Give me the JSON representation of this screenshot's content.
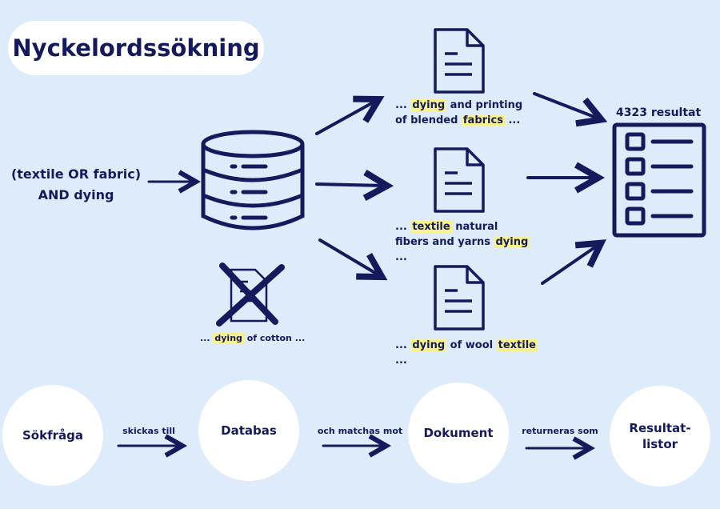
{
  "title": "Nyckelordssökning",
  "query": {
    "line1": "(textile OR fabric)",
    "line2": "AND dying"
  },
  "documents": [
    {
      "segments": [
        {
          "text": "... ",
          "hl": false
        },
        {
          "text": "dying",
          "hl": true
        },
        {
          "text": " and printing of blended ",
          "hl": false
        },
        {
          "text": "fabrics",
          "hl": true
        },
        {
          "text": " ...",
          "hl": false
        }
      ]
    },
    {
      "segments": [
        {
          "text": "... ",
          "hl": false
        },
        {
          "text": "textile",
          "hl": true
        },
        {
          "text": " natural fibers and yarns ",
          "hl": false
        },
        {
          "text": "dying",
          "hl": true
        },
        {
          "text": " ...",
          "hl": false
        }
      ]
    },
    {
      "segments": [
        {
          "text": "... ",
          "hl": false
        },
        {
          "text": "dying",
          "hl": true
        },
        {
          "text": " of wool ",
          "hl": false
        },
        {
          "text": "textile",
          "hl": true
        },
        {
          "text": " ...",
          "hl": false
        }
      ]
    }
  ],
  "rejected": {
    "segments": [
      {
        "text": "... ",
        "hl": false
      },
      {
        "text": "dying",
        "hl": true
      },
      {
        "text": " of cotton ...",
        "hl": false
      }
    ]
  },
  "results": "4323 resultat",
  "flow": {
    "steps": [
      "Sökfråga",
      "Databas",
      "Dokument",
      "Resultat-\nlistor"
    ],
    "connectors": [
      "skickas till",
      "och matchas mot",
      "returneras som"
    ]
  },
  "colors": {
    "background": "#ddebfb",
    "navy": "#151a5c",
    "highlight": "#f7f28b"
  }
}
